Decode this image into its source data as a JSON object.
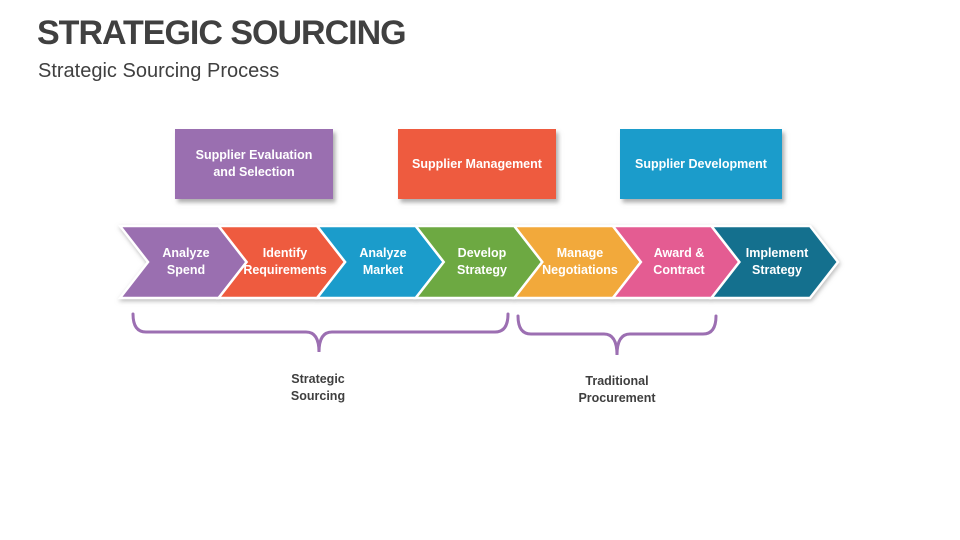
{
  "slide": {
    "title": "STRATEGIC SOURCING",
    "subtitle": "Strategic Sourcing Process",
    "background_color": "#FFFFFF",
    "text_color": "#404040"
  },
  "summary_boxes": [
    {
      "label": "Supplier Evaluation and Selection",
      "color": "#9A6FB0"
    },
    {
      "label": "Supplier Management",
      "color": "#EE5B3F"
    },
    {
      "label": "Supplier Development",
      "color": "#1B9CCB"
    }
  ],
  "process_steps": [
    {
      "label": "Analyze Spend",
      "lines": [
        "Analyze",
        "Spend"
      ],
      "color": "#9A6FB0"
    },
    {
      "label": "Identify Requirements",
      "lines": [
        "Identify",
        "Requirements"
      ],
      "color": "#EE5B3F"
    },
    {
      "label": "Analyze Market",
      "lines": [
        "Analyze",
        "Market"
      ],
      "color": "#1B9CCB"
    },
    {
      "label": "Develop Strategy",
      "lines": [
        "Develop",
        "Strategy"
      ],
      "color": "#6DA942"
    },
    {
      "label": "Manage Negotiations",
      "lines": [
        "Manage",
        "Negotiations"
      ],
      "color": "#F2A93B"
    },
    {
      "label": "Award & Contract",
      "lines": [
        "Award &",
        "Contract"
      ],
      "color": "#E45C92"
    },
    {
      "label": "Implement Strategy",
      "lines": [
        "Implement",
        "Strategy"
      ],
      "color": "#14708E"
    }
  ],
  "brace_groups": [
    {
      "label": "Strategic Sourcing",
      "lines": [
        "Strategic",
        "Sourcing"
      ],
      "color": "#9C6FB2"
    },
    {
      "label": "Traditional Procurement",
      "lines": [
        "Traditional",
        "Procurement"
      ],
      "color": "#9C6FB2"
    }
  ]
}
